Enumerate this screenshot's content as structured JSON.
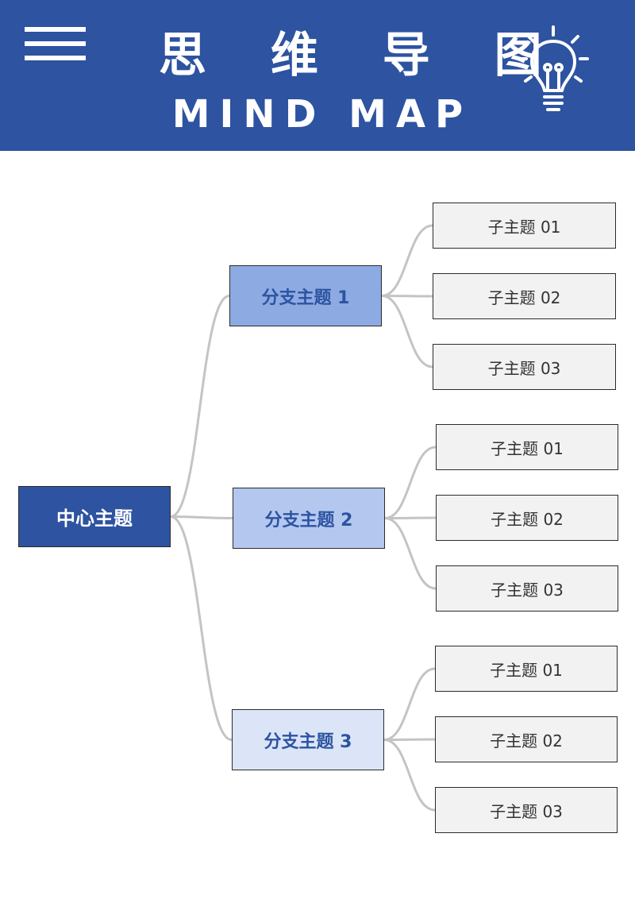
{
  "header": {
    "title_cn": "思 维 导 图",
    "title_en": "MIND MAP",
    "background": "#2d53a1",
    "icons": [
      "menu-icon",
      "lightbulb-icon"
    ]
  },
  "mindmap": {
    "center": {
      "label": "中心主题",
      "color": "#2d53a1"
    },
    "branches": [
      {
        "label": "分支主题 1",
        "color": "#8dabe2",
        "children": [
          "子主题 01",
          "子主题 02",
          "子主题 03"
        ]
      },
      {
        "label": "分支主题 2",
        "color": "#b4c8ef",
        "children": [
          "子主题 01",
          "子主题 02",
          "子主题 03"
        ]
      },
      {
        "label": "分支主题 3",
        "color": "#dbe5f7",
        "children": [
          "子主题 01",
          "子主题 02",
          "子主题 03"
        ]
      }
    ],
    "leaf_color": "#f2f2f2",
    "connector_color": "#c4c4c4"
  }
}
